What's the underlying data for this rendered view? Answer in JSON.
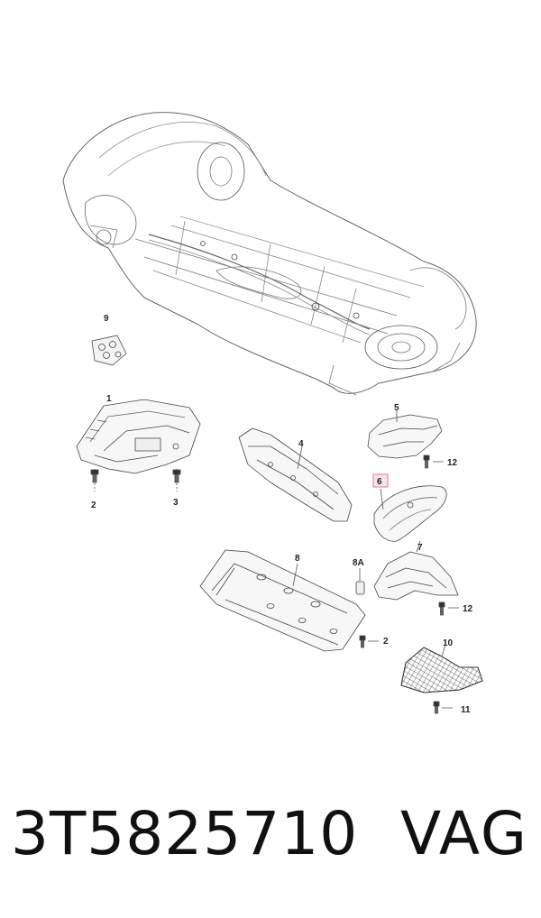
{
  "diagram": {
    "callouts": [
      "9",
      "1",
      "2",
      "3",
      "4",
      "5",
      "12",
      "6",
      "7",
      "8",
      "8A",
      "2",
      "12",
      "10",
      "11"
    ],
    "highlight_color": "#e07a8a",
    "line_color": "#333333"
  },
  "footer": {
    "part_number": "3T5825710",
    "brand": "VAG"
  }
}
